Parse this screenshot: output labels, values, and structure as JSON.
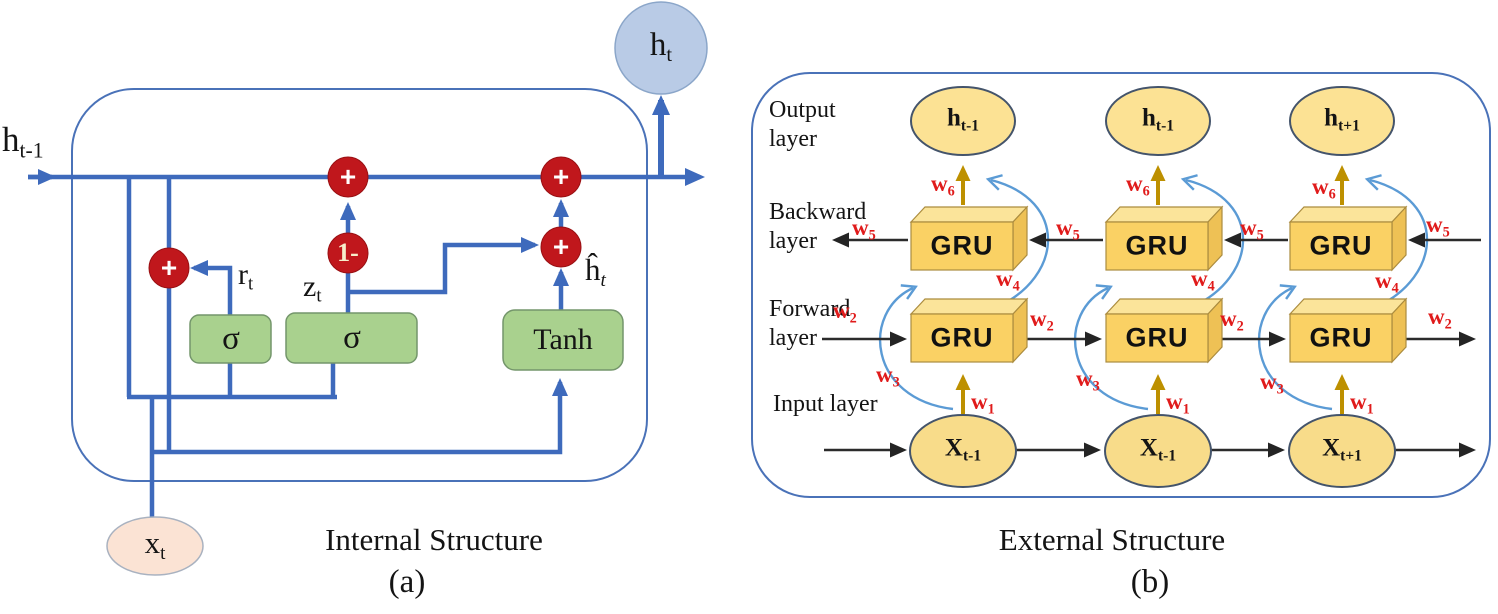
{
  "panel_a": {
    "caption": "Internal Structure",
    "tag": "(a)",
    "hidden_state_prev": {
      "base": "h",
      "sub": "t-1"
    },
    "hidden_state_out": {
      "base": "h",
      "sub": "t"
    },
    "input_node": {
      "base": "x",
      "sub": "t"
    },
    "reset_gate": {
      "base": "r",
      "sub": "t"
    },
    "update_gate": {
      "base": "z",
      "sub": "t"
    },
    "candidate_state": {
      "base": "ĥ",
      "sub": "t"
    },
    "sigma": "σ",
    "tanh": "Tanh",
    "plus": "+",
    "one_minus": "1-"
  },
  "panel_b": {
    "caption": "External Structure",
    "tag": "(b)",
    "rows": {
      "output": "Output layer",
      "backward": "Backward layer",
      "forward": "Forward layer",
      "input": "Input layer"
    },
    "unit": "GRU",
    "columns": [
      {
        "top": {
          "base": "h",
          "sub": "t-1"
        },
        "bottom": {
          "base": "X",
          "sub": "t-1"
        }
      },
      {
        "top": {
          "base": "h",
          "sub": "t-1"
        },
        "bottom": {
          "base": "X",
          "sub": "t-1"
        }
      },
      {
        "top": {
          "base": "h",
          "sub": "t+1"
        },
        "bottom": {
          "base": "X",
          "sub": "t+1"
        }
      }
    ],
    "weights": {
      "w1": {
        "base": "w",
        "sub": "1"
      },
      "w2": {
        "base": "w",
        "sub": "2"
      },
      "w3": {
        "base": "w",
        "sub": "3"
      },
      "w4": {
        "base": "w",
        "sub": "4"
      },
      "w5": {
        "base": "w",
        "sub": "5"
      },
      "w6": {
        "base": "w",
        "sub": "6"
      }
    }
  },
  "colors": {
    "wire_blue": "#3e6abc",
    "panel_border": "#4a72b8",
    "operator_red": "#c0171c",
    "gate_green": "#a9d18e",
    "output_node_blue": "#b9cbe6",
    "input_node_peach": "#fbe3d4",
    "node_yellow": "#fce294",
    "gru_face_yellow": "#fad164",
    "gold_arrow": "#bd9000",
    "weight_label_red": "#e01b1b",
    "curve_blue": "#5b9bd5",
    "black_arrow": "#303030"
  }
}
